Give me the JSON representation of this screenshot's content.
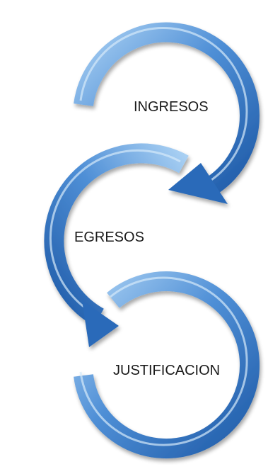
{
  "diagram": {
    "type": "circular-arrow-process",
    "colors": {
      "arrow_light": "#9cc6ef",
      "arrow_mid": "#4f8fd6",
      "arrow_dark": "#1f5ba8",
      "text": "#1a1a1a"
    },
    "steps": [
      {
        "label": "INGRESOS"
      },
      {
        "label": "EGRESOS"
      },
      {
        "label": "JUSTIFICACION"
      }
    ]
  }
}
